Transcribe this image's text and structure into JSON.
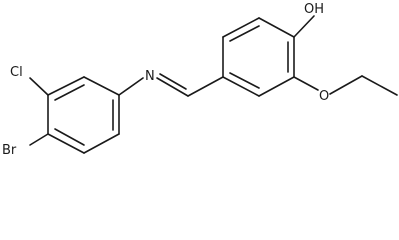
{
  "molecule": {
    "atoms": {
      "oh": "OH",
      "cl": "Cl",
      "n": "N",
      "br": "Br",
      "o": "O"
    }
  }
}
